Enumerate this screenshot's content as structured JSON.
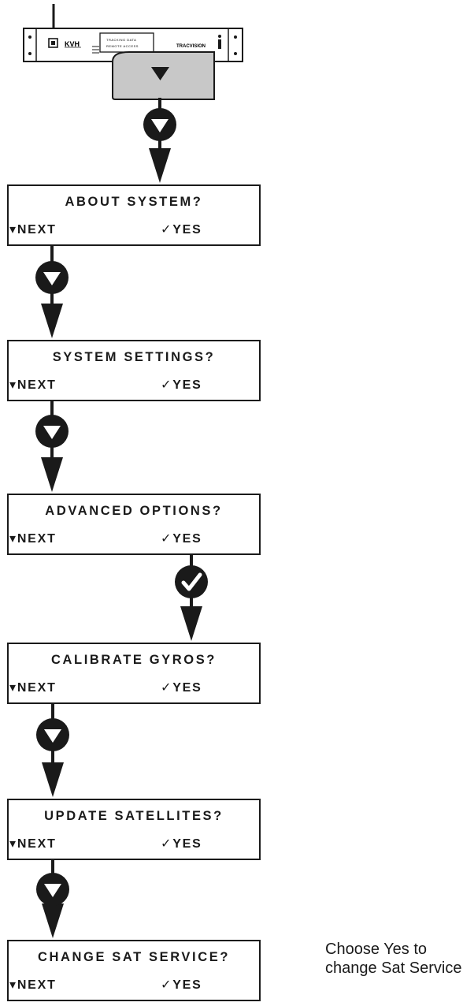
{
  "device": {
    "brand_label": "KVH",
    "display_lines": [
      "TRACKING DATA",
      "REMOTE ACCESS"
    ],
    "menu_button_glyph": "▼",
    "logo_label": "TRACVISION"
  },
  "screens": [
    {
      "title": "ABOUT SYSTEM?",
      "next_label": "▾NEXT",
      "yes_label": "✓YES"
    },
    {
      "title": "SYSTEM SETTINGS?",
      "next_label": "▾NEXT",
      "yes_label": "✓YES"
    },
    {
      "title": "ADVANCED OPTIONS?",
      "next_label": "▾NEXT",
      "yes_label": "✓YES"
    },
    {
      "title": "CALIBRATE GYROS?",
      "next_label": "▾NEXT",
      "yes_label": "✓YES"
    },
    {
      "title": "UPDATE SATELLITES?",
      "next_label": "▾NEXT",
      "yes_label": "✓YES"
    },
    {
      "title": "CHANGE SAT SERVICE?",
      "next_label": "▾NEXT",
      "yes_label": "✓YES"
    }
  ],
  "steps": [
    {
      "action": "next",
      "icon": "down-triangle-icon"
    },
    {
      "action": "next",
      "icon": "down-triangle-icon"
    },
    {
      "action": "next",
      "icon": "down-triangle-icon"
    },
    {
      "action": "yes",
      "icon": "checkmark-icon"
    },
    {
      "action": "next",
      "icon": "down-triangle-icon"
    },
    {
      "action": "next",
      "icon": "down-triangle-icon"
    }
  ],
  "note": {
    "text": "Choose Yes to change Sat Service"
  },
  "colors": {
    "ink": "#1a1a1a",
    "device_panel": "#ffffff",
    "button_fill": "#c8c8c8"
  }
}
